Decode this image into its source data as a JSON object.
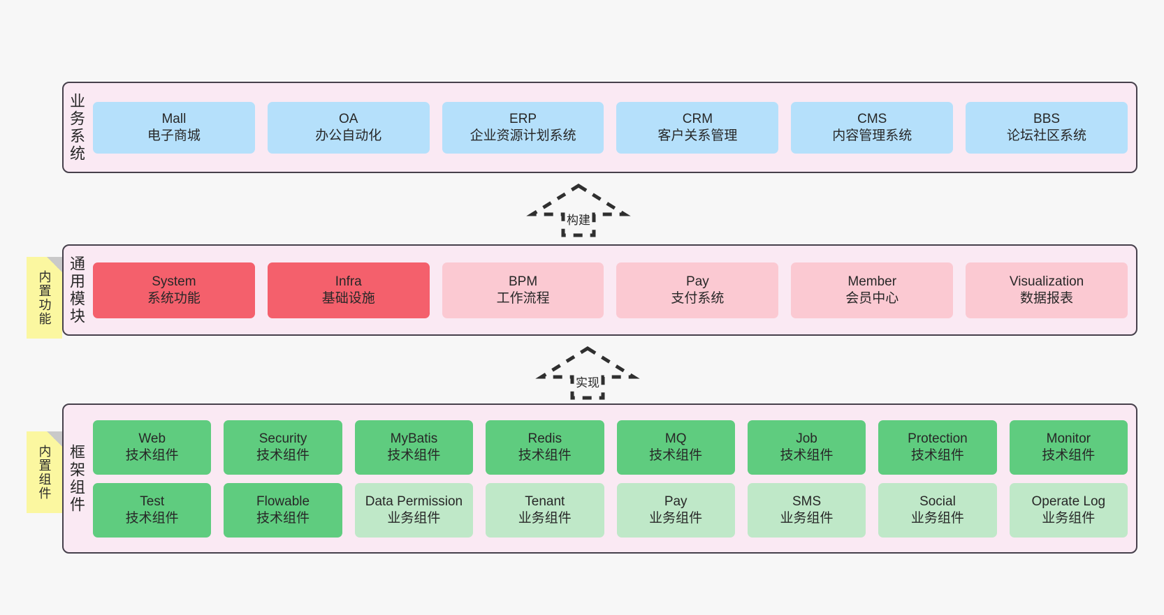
{
  "diagram": {
    "background": "#f7f7f7",
    "layer_fill": "#fae9f3",
    "layer_border": "#46404b",
    "sticky_fill": "#fbf7a0",
    "colors": {
      "blue": "#b5e0fb",
      "red": "#f4606c",
      "pink": "#fbc9d2",
      "green": "#5fcc7f",
      "light_green": "#bfe8c8"
    }
  },
  "layers": {
    "business": {
      "label": "业务系统",
      "cards": [
        {
          "name": "Mall",
          "desc": "电子商城"
        },
        {
          "name": "OA",
          "desc": "办公自动化"
        },
        {
          "name": "ERP",
          "desc": "企业资源计划系统"
        },
        {
          "name": "CRM",
          "desc": "客户关系管理"
        },
        {
          "name": "CMS",
          "desc": "内容管理系统"
        },
        {
          "name": "BBS",
          "desc": "论坛社区系统"
        }
      ]
    },
    "common": {
      "label": "通用模块",
      "sticky": "内置功能",
      "cards": [
        {
          "name": "System",
          "desc": "系统功能"
        },
        {
          "name": "Infra",
          "desc": "基础设施"
        },
        {
          "name": "BPM",
          "desc": "工作流程"
        },
        {
          "name": "Pay",
          "desc": "支付系统"
        },
        {
          "name": "Member",
          "desc": "会员中心"
        },
        {
          "name": "Visualization",
          "desc": "数据报表"
        }
      ]
    },
    "framework": {
      "label": "框架组件",
      "sticky": "内置组件",
      "row1": [
        {
          "name": "Web",
          "desc": "技术组件"
        },
        {
          "name": "Security",
          "desc": "技术组件"
        },
        {
          "name": "MyBatis",
          "desc": "技术组件"
        },
        {
          "name": "Redis",
          "desc": "技术组件"
        },
        {
          "name": "MQ",
          "desc": "技术组件"
        },
        {
          "name": "Job",
          "desc": "技术组件"
        },
        {
          "name": "Protection",
          "desc": "技术组件"
        },
        {
          "name": "Monitor",
          "desc": "技术组件"
        }
      ],
      "row2": [
        {
          "name": "Test",
          "desc": "技术组件"
        },
        {
          "name": "Flowable",
          "desc": "技术组件"
        },
        {
          "name": "Data Permission",
          "desc": "业务组件"
        },
        {
          "name": "Tenant",
          "desc": "业务组件"
        },
        {
          "name": "Pay",
          "desc": "业务组件"
        },
        {
          "name": "SMS",
          "desc": "业务组件"
        },
        {
          "name": "Social",
          "desc": "业务组件"
        },
        {
          "name": "Operate Log",
          "desc": "业务组件"
        }
      ]
    }
  },
  "arrows": [
    {
      "label": "构建"
    },
    {
      "label": "实现"
    }
  ]
}
